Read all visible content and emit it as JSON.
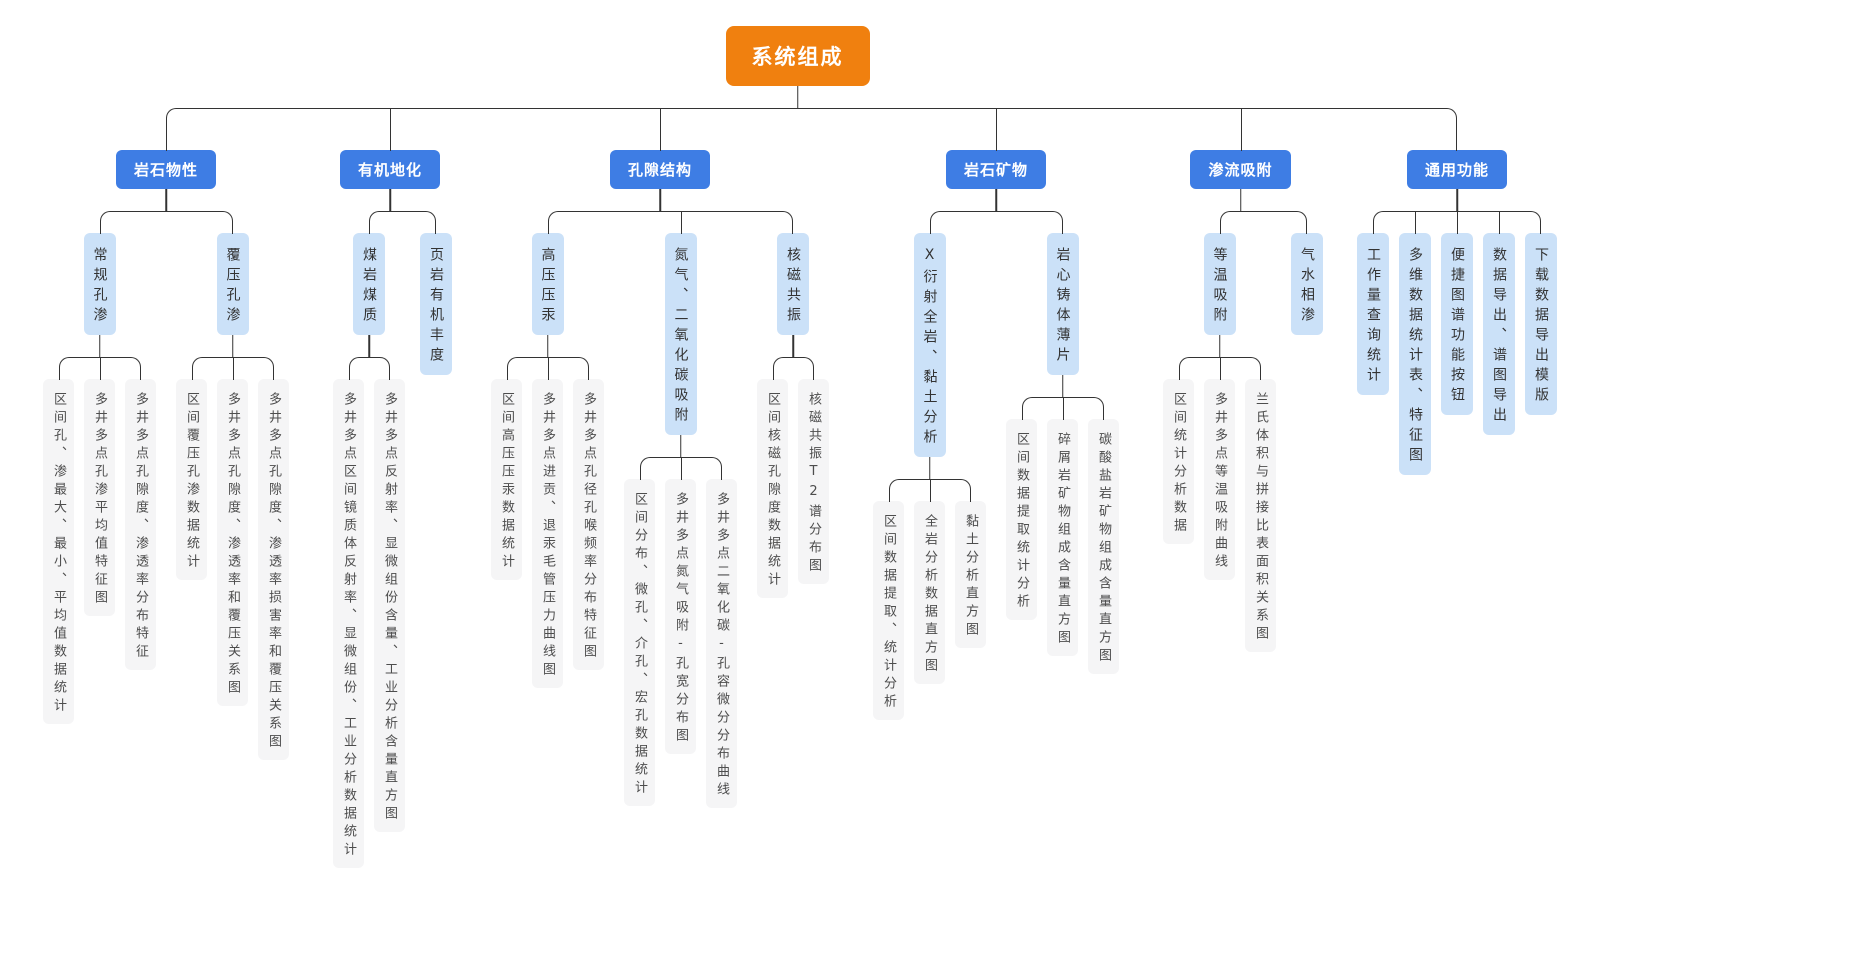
{
  "diagram": {
    "title": "系统组成",
    "colors": {
      "root_bg": "#F0800F",
      "branch_bg": "#3E7DE4",
      "category_bg": "#CBE1F8",
      "leaf_bg": "#F5F5F6",
      "connector": "#333333",
      "root_text": "#ffffff",
      "branch_text": "#ffffff",
      "node_text": "#4d4d4d"
    },
    "root": {
      "label": "系统组成",
      "children": [
        {
          "label": "岩石物性",
          "children": [
            {
              "label": "常规孔渗",
              "children": [
                {
                  "label": "区间孔、渗最大、最小、平均值数据统计"
                },
                {
                  "label": "多井多点孔渗平均值特征图"
                },
                {
                  "label": "多井多点孔隙度、渗透率分布特征"
                }
              ]
            },
            {
              "label": "覆压孔渗",
              "children": [
                {
                  "label": "区间覆压孔渗数据统计"
                },
                {
                  "label": "多井多点孔隙度、渗透率和覆压关系图"
                },
                {
                  "label": "多井多点孔隙度、渗透率损害率和覆压关系图"
                }
              ]
            }
          ]
        },
        {
          "label": "有机地化",
          "children": [
            {
              "label": "煤岩煤质",
              "children": [
                {
                  "label": "多井多点区间镜质体反射率、显微组份、工业分析数据统计"
                },
                {
                  "label": "多井多点反射率、显微组份含量、工业分析含量直方图"
                }
              ]
            },
            {
              "label": "页岩有机丰度"
            }
          ]
        },
        {
          "label": "孔隙结构",
          "children": [
            {
              "label": "高压压汞",
              "children": [
                {
                  "label": "区间高压压汞数据统计"
                },
                {
                  "label": "多井多点进贡、退汞毛管压力曲线图"
                },
                {
                  "label": "多井多点孔径孔喉频率分布特征图"
                }
              ]
            },
            {
              "label": "氮气、二氧化碳吸附",
              "children": [
                {
                  "label": "区间分布、微孔、介孔、宏孔数据统计"
                },
                {
                  "label": "多井多点氮气吸附-孔宽分布图"
                },
                {
                  "label": "多井多点二氧化碳-孔容微分分布曲线"
                }
              ]
            },
            {
              "label": "核磁共振",
              "children": [
                {
                  "label": "区间核磁孔隙度数据统计"
                },
                {
                  "label": "核磁共振T2谱分布图"
                }
              ]
            }
          ]
        },
        {
          "label": "岩石矿物",
          "children": [
            {
              "label": "X衍射全岩、黏土分析",
              "children": [
                {
                  "label": "区间数据提取、统计分析"
                },
                {
                  "label": "全岩分析数据直方图"
                },
                {
                  "label": "黏土分析直方图"
                }
              ]
            },
            {
              "label": "岩心铸体薄片",
              "children": [
                {
                  "label": "区间数据提取统计分析"
                },
                {
                  "label": "碎屑岩矿物组成含量直方图"
                },
                {
                  "label": "碳酸盐岩矿物组成含量直方图"
                }
              ]
            }
          ]
        },
        {
          "label": "渗流吸附",
          "children": [
            {
              "label": "等温吸附",
              "children": [
                {
                  "label": "区间统计分析数据"
                },
                {
                  "label": "多井多点等温吸附曲线"
                },
                {
                  "label": "兰氏体积与拼接比表面积关系图"
                }
              ]
            },
            {
              "label": "气水相渗"
            }
          ]
        },
        {
          "label": "通用功能",
          "children": [
            {
              "label": "工作量查询统计"
            },
            {
              "label": "多维数据统计表、特征图"
            },
            {
              "label": "便捷图谱功能按钮"
            },
            {
              "label": "数据导出、谱图导出"
            },
            {
              "label": "下载数据导出模版"
            }
          ]
        }
      ]
    }
  }
}
